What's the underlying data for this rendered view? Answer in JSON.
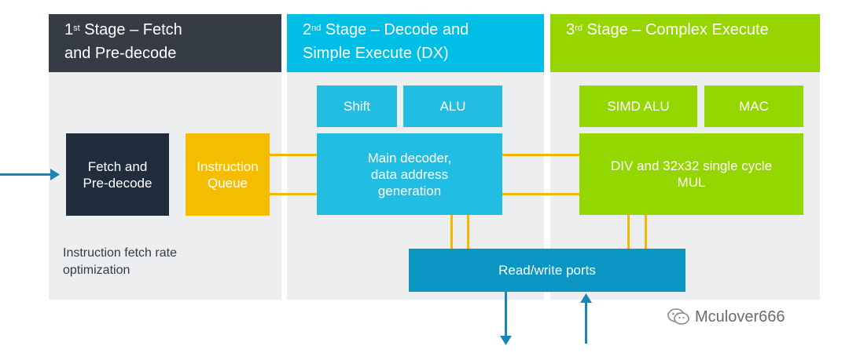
{
  "stages": [
    {
      "num": "1",
      "sup": "st",
      "title_rest": " Stage – Fetch",
      "title_line2": "and Pre-decode",
      "color": "#353c45"
    },
    {
      "num": "2",
      "sup": "nd",
      "title_rest": " Stage – Decode and",
      "title_line2": "Simple Execute (DX)",
      "color": "#00bee6"
    },
    {
      "num": "3",
      "sup": "rd",
      "title_rest": " Stage – Complex Execute",
      "title_line2": "",
      "color": "#97d500"
    }
  ],
  "blocks": {
    "fetch_predecode": "Fetch and\nPre-decode",
    "instruction_queue": "Instruction\nQueue",
    "shift": "Shift",
    "alu": "ALU",
    "main_decoder": "Main decoder,\ndata address\ngeneration",
    "simd_alu": "SIMD ALU",
    "mac": "MAC",
    "div_mul": "DIV and 32x32 single cycle\nMUL",
    "read_write_ports": "Read/write ports"
  },
  "notes": {
    "fetch_rate": "Instruction fetch rate\noptimization"
  },
  "watermark": {
    "text": "Mculover666",
    "icon": "wechat-icon"
  },
  "colors": {
    "dark": "#1f2d3d",
    "yellow": "#f5bd00",
    "cyan": "#22bde3",
    "green": "#94d600",
    "blue": "#0a95c2",
    "arrow": "#1b86b6"
  }
}
